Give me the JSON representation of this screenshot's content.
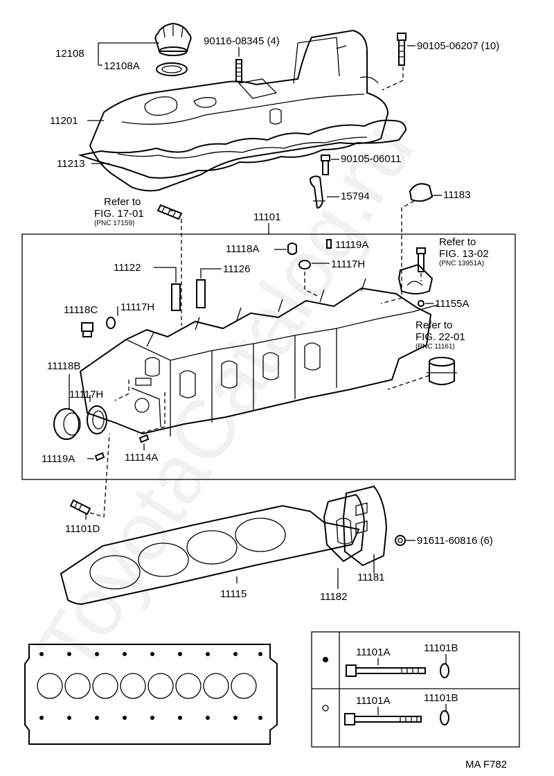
{
  "watermark": "ToyotaCatalog.ru",
  "labels": {
    "p12108": "12108",
    "p12108A": "12108A",
    "p90116": "90116-08345 (4)",
    "p90105_06207": "90105-06207 (10)",
    "p11201": "11201",
    "p11213": "11213",
    "p90105_06011": "90105-06011",
    "p15794": "15794",
    "p11183": "11183",
    "ref_a_line1": "Refer to",
    "ref_a_line2": "FIG. 17-01",
    "ref_a_pnc": "(PNC 17159)",
    "p11101": "11101",
    "p11118A": "11118A",
    "p11119A_top": "11119A",
    "ref_b_line1": "Refer to",
    "ref_b_line2": "FIG. 13-02",
    "ref_b_pnc": "(PNC 13951A)",
    "p11122": "11122",
    "p11126": "11126",
    "p11117H_top": "11117H",
    "p11118C": "11118C",
    "p11117H_left": "11117H",
    "p11155A": "11155A",
    "ref_c_line1": "Refer to",
    "ref_c_line2": "FIG. 22-01",
    "ref_c_pnc": "(PNC 11161)",
    "p11118B": "11118B",
    "p11117H_low": "11117H",
    "p11119A_low": "11119A",
    "p11114A": "11114A",
    "p11101D": "11101D",
    "p91611": "91611-60816 (6)",
    "p11181": "11181",
    "p11115": "11115",
    "p11182": "11182",
    "p11101A_1": "11101A",
    "p11101B_1": "11101B",
    "p11101A_2": "11101A",
    "p11101B_2": "11101B",
    "code": "MA F782"
  }
}
